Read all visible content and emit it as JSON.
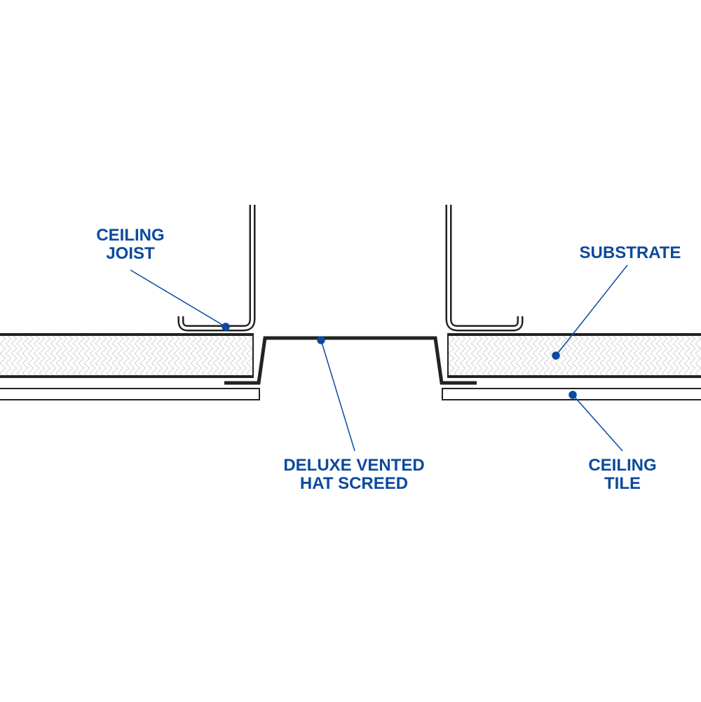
{
  "title": "Deluxe Vented Hat Screed ceiling detail",
  "accent_color": "#0b4a9e",
  "line_color": "#222222",
  "labels": {
    "ceiling_joist": [
      "CEILING",
      "JOIST"
    ],
    "substrate": [
      "SUBSTRATE"
    ],
    "hat_screed": [
      "DELUXE VENTED",
      "HAT SCREED"
    ],
    "ceiling_tile": [
      "CEILING",
      "TILE"
    ]
  }
}
